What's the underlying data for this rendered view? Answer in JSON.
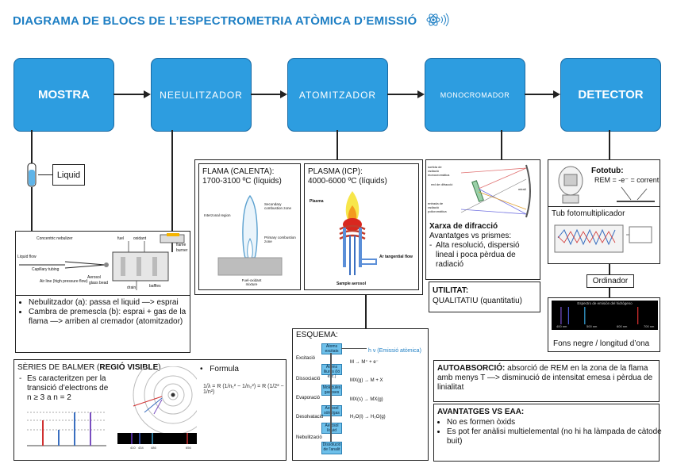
{
  "title": "DIAGRAMA DE BLOCS DE L’ESPECTROMETRIA ATÒMICA D’EMISSIÓ",
  "colors": {
    "title": "#1e7fc4",
    "block": "#2d9de0",
    "block_border": "#1a6aa3"
  },
  "blocks": [
    {
      "label": "MOSTRA"
    },
    {
      "label": "NEEULITZADOR"
    },
    {
      "label": "ATOMITZADOR"
    },
    {
      "label": "MONOCROMADOR"
    },
    {
      "label": "DETECTOR"
    }
  ],
  "mostra": {
    "liquid_label": "Liquid",
    "nebulizer_labels": {
      "concentric": "Concentric nebulizer",
      "liquid_flow": "Liquid flow",
      "capillary": "Capillary tubing",
      "aerosol": "Aerosol",
      "glass_bead": "glass bead",
      "air_line": "Air line (high pressure flow)",
      "fuel": "fuel",
      "oxidant": "oxidant",
      "flame": "flame",
      "burner": "burner",
      "drain": "drain",
      "baffles": "baffles"
    },
    "notes": [
      "Nebulitzador (a): passa el liquid —> esprai",
      "Cambra de premescla (b): esprai + gas de la flama —> arriben al cremador (atomitzador)"
    ]
  },
  "atomitzador": {
    "flama_title": "FLAMA (CALENTA):",
    "flama_temp": "1700-3100 ºC (líquids)",
    "flama_labels": {
      "secondary": "Secondary combustion zone",
      "interzonal": "Interzonal region",
      "primary": "Primary combustion zone",
      "fuel_mixture": "Fuel-oxidant mixture"
    },
    "plasma_title": "PLASMA (ICP):",
    "plasma_temp": "4000-6000 ºC (líquids)",
    "plasma_labels": {
      "plasma": "Plasma",
      "tangential": "Ar tangential flow",
      "sample": "Sample aerosol"
    },
    "esquema_title": "ESQUEMA:",
    "esquema_steps": [
      "Excitació",
      "Dissociació",
      "Evaporació",
      "Desolvatació",
      "Nebulització"
    ],
    "esquema_boxes": [
      "Àtoms excitats",
      "Àtoms lliures (Ió exc.)",
      "Molècules gasoses",
      "Aerosol sòlid/gas",
      "Aerosol líquid",
      "Dissolució de l'analit"
    ],
    "esquema_emission": "h ν (Emissió atòmica)",
    "esquema_reactions": [
      "M → M⁺ + e⁻",
      "MX(g) → M + X",
      "MX(s) → MX(g)",
      "H₂O(l) → H₂O(g)"
    ]
  },
  "monocromador": {
    "labels": {
      "red": "red de difracció",
      "entrada": "entrada de radiació policromàtica",
      "sortida": "sortida de radiació monocromàtica",
      "mirall": "mirall"
    },
    "heading": "Xarxa de difracció",
    "subheading": "Avantatges vs prismes:",
    "bullet": "Alta resolució, dispersió lineal i poca pèrdua de radiació"
  },
  "utilitat": {
    "heading": "UTILITAT:",
    "value": "QUALITATIU (quantitatiu)"
  },
  "detector": {
    "fototub_title": "Fototub:",
    "fototub_eq": "REM = -e⁻ = corrent",
    "fotomultiplicador": "Tub fotomultiplicador",
    "ordinador": "Ordinador",
    "spectrum_title": "Espectro de emisión del hidrógeno",
    "spectrum_ticks": [
      "400 nm",
      "500 nm",
      "600 nm",
      "700 nm"
    ],
    "caption": "Fons negre / longitud d’ona"
  },
  "autoabsorcio": {
    "heading": "AUTOABSORCIÓ:",
    "text": "absorció de REM en la zona de la flama amb menys T —> disminució de intensitat emesa i pèrdua de linialitat"
  },
  "avantatges": {
    "heading": "AVANTATGES VS EAA:",
    "items": [
      "No es formen òxids",
      "Es pot fer anàlisi multielemental (no hi ha làmpada de càtode buit)"
    ]
  },
  "balmer": {
    "title_plain": "SÈRIES DE BALMER (",
    "title_bold": "REGIÓ VISIBLE",
    "title_end": ")",
    "bullet": "Es caracteritzen per la transició d’electrons de n ≥ 3 a n = 2",
    "formula_label": "Formula",
    "formula": "1/λ = R (1/n₁² − 1/n₂²) = R (1/2² − 1/n²)",
    "wavelengths": [
      "410",
      "434",
      "486",
      "656"
    ]
  }
}
